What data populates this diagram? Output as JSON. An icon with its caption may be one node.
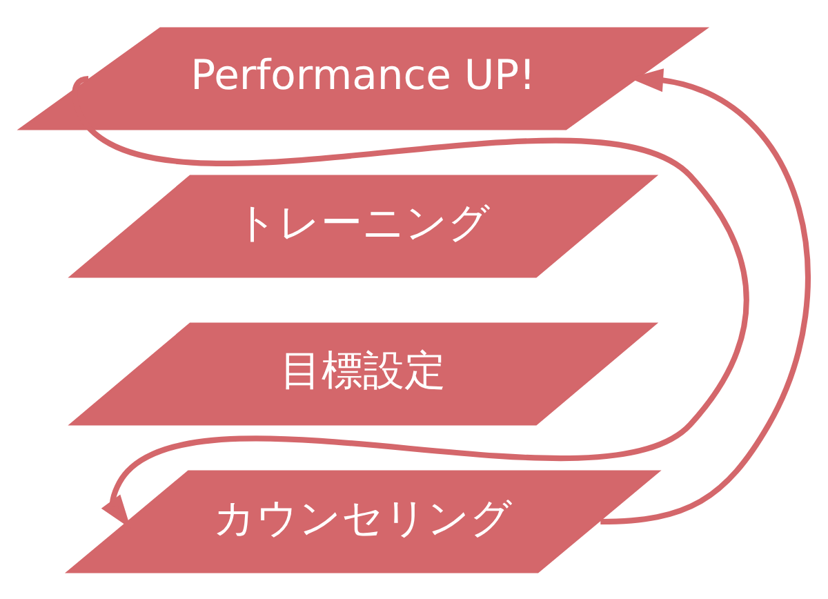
{
  "diagram": {
    "nodes": [
      {
        "text": [
          "Performance UP!"
        ]
      },
      {
        "text": [
          "トレーニング"
        ]
      },
      {
        "text": [
          "目標設定"
        ]
      },
      {
        "text": [
          "カウンセリング"
        ]
      }
    ],
    "edges": [
      {
        "from": 0,
        "to": 3,
        "arrow": "to"
      },
      {
        "from": 3,
        "to": 0,
        "arrow": "to"
      }
    ]
  }
}
